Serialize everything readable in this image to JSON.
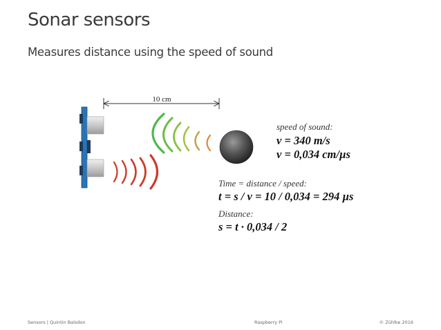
{
  "slide": {
    "title": "Sonar sensors",
    "subtitle": "Measures distance using the speed of sound"
  },
  "diagram": {
    "distance_label": "10 cm",
    "colors": {
      "sensor_board": "#2a74b5",
      "transducer": "#cfcfcf",
      "outgoing_wave_start": "#4fb84a",
      "outgoing_wave_end": "#d98a3a",
      "return_wave": "#cc3a2a",
      "object": "#3a3a3a"
    }
  },
  "formulas": {
    "speed_label": "speed of sound:",
    "speed_ms": "v = 340 m/s",
    "speed_cmus": "v = 0,034 cm/µs",
    "time_label": "Time = distance / speed:",
    "time_formula": "t = s / v = 10 / 0,034 = 294 µs",
    "distance_label": "Distance:",
    "distance_formula": "s = t · 0,034 / 2"
  },
  "footer": {
    "left": "Sensors | Quintin Balsdon",
    "center": "Raspberry Pi",
    "right": "© Zühlke 2016"
  }
}
